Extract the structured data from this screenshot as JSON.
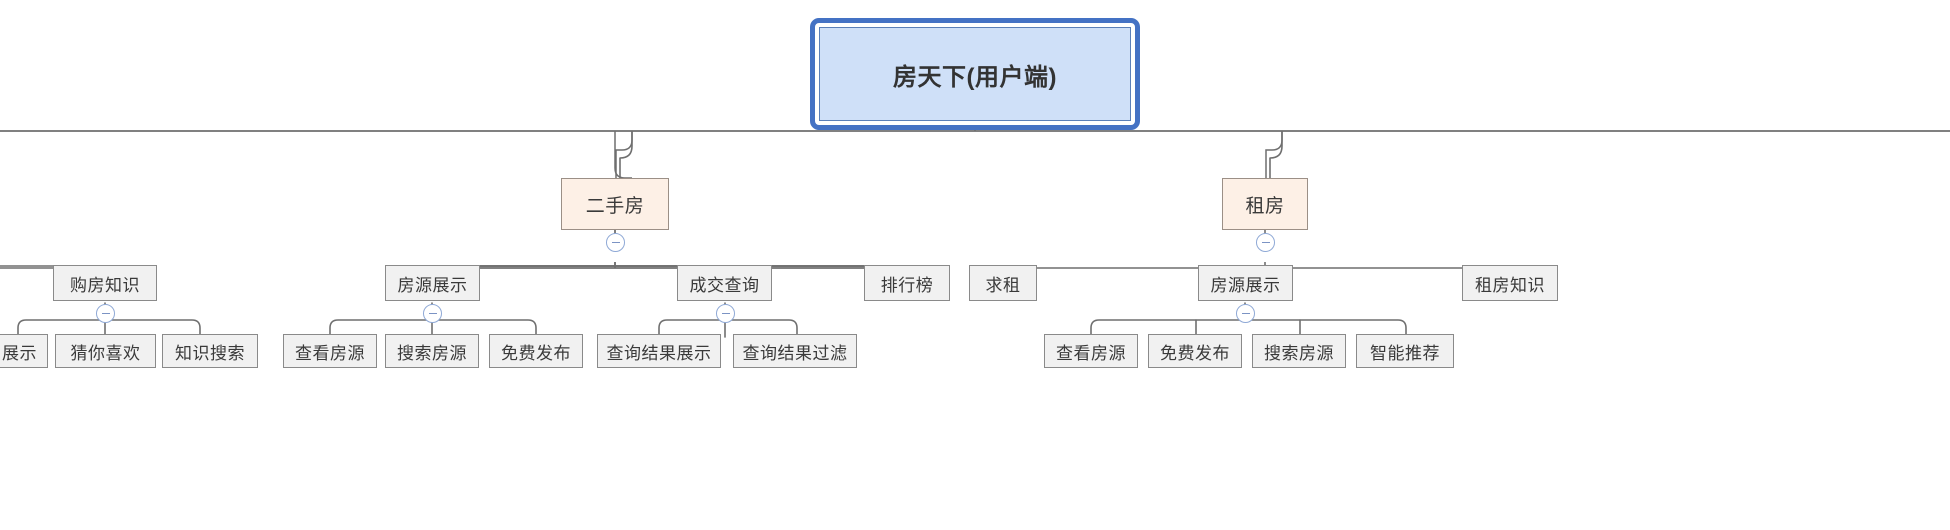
{
  "diagram": {
    "type": "org-tree",
    "title_text": "房天下(用户端)",
    "colors": {
      "root_fill": "#cfe0f8",
      "root_selection_border": "#4472c4",
      "category_fill": "#fdf0e6",
      "node_fill": "#f1f1f1",
      "node_border": "#8a8a8a",
      "edge": "#6f6f6f",
      "toggle_border": "#8fa9d6",
      "background": "#ffffff"
    },
    "toggle_glyph": "minus",
    "root": {
      "label": "房天下(用户端)",
      "selected": true
    },
    "categories": [
      {
        "label": "二手房",
        "collapsible": true
      },
      {
        "label": "租房",
        "collapsible": true
      }
    ],
    "level3": [
      {
        "label": "购房知识",
        "parent": "二手房",
        "collapsible": true
      },
      {
        "label": "房源展示",
        "parent": "二手房",
        "collapsible": true
      },
      {
        "label": "成交查询",
        "parent": "二手房",
        "collapsible": true
      },
      {
        "label": "排行榜",
        "parent": "二手房",
        "collapsible": false
      },
      {
        "label": "求租",
        "parent": "租房",
        "collapsible": false
      },
      {
        "label": "房源展示",
        "parent": "租房",
        "collapsible": true
      },
      {
        "label": "租房知识",
        "parent": "租房",
        "collapsible": false
      }
    ],
    "leaves": [
      {
        "label": "展示",
        "parent": "购房知识",
        "clipped": true
      },
      {
        "label": "猜你喜欢",
        "parent": "购房知识",
        "clipped": false
      },
      {
        "label": "知识搜索",
        "parent": "购房知识",
        "clipped": false
      },
      {
        "label": "查看房源",
        "parent": "房源展示-二手房",
        "clipped": false
      },
      {
        "label": "搜索房源",
        "parent": "房源展示-二手房",
        "clipped": false
      },
      {
        "label": "免费发布",
        "parent": "房源展示-二手房",
        "clipped": false
      },
      {
        "label": "查询结果展示",
        "parent": "成交查询",
        "clipped": false
      },
      {
        "label": "查询结果过滤",
        "parent": "成交查询",
        "clipped": false
      },
      {
        "label": "查看房源",
        "parent": "房源展示-租房",
        "clipped": false
      },
      {
        "label": "免费发布",
        "parent": "房源展示-租房",
        "clipped": false
      },
      {
        "label": "搜索房源",
        "parent": "房源展示-租房",
        "clipped": false
      },
      {
        "label": "智能推荐",
        "parent": "房源展示-租房",
        "clipped": false
      }
    ]
  }
}
